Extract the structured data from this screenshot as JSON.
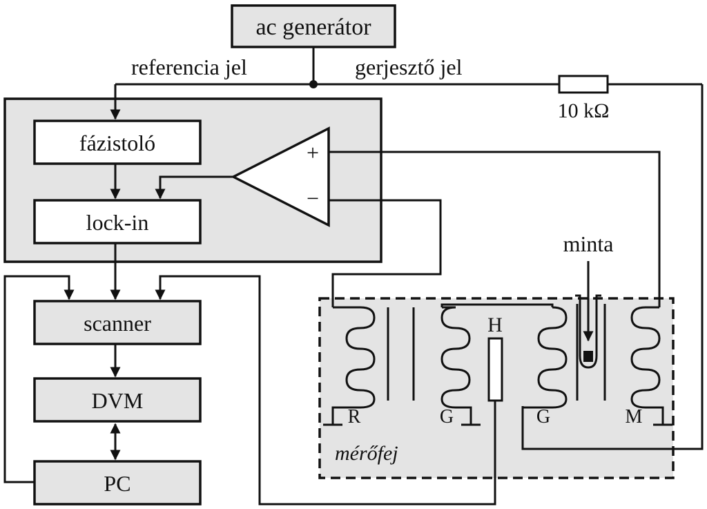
{
  "colors": {
    "line": "#111111",
    "panel": "#e4e4e4",
    "box_fill": "#ffffff",
    "grey_box": "#e4e4e4"
  },
  "labels": {
    "ac_generator": "ac generátor",
    "reference_signal": "referencia jel",
    "excitation_signal": "gerjesztő jel",
    "resistor": "10 kΩ",
    "phase_shifter": "fázistoló",
    "lock_in": "lock-in",
    "amp_plus": "+",
    "amp_minus": "−",
    "scanner": "scanner",
    "dvm": "DVM",
    "pc": "PC",
    "sample": "minta",
    "heater": "H",
    "coil_r": "R",
    "coil_g_left": "G",
    "coil_g_right": "G",
    "coil_m": "M",
    "probe_head": "mérőfej"
  }
}
